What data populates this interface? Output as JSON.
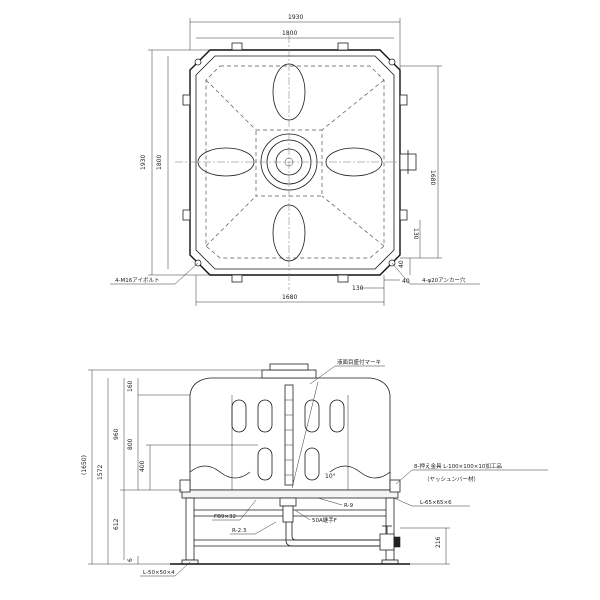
{
  "plan": {
    "dim_top_outer": "1930",
    "dim_top_inner": "1800",
    "dim_left_outer": "1930",
    "dim_left_inner": "1800",
    "dim_right": "1680",
    "dim_right_small": "130",
    "dim_bottom": "1680",
    "dim_bottom_130": "130",
    "dim_bottom_40": "40",
    "dim_right_40": "40",
    "note_bolt": "4-M16アイボルト",
    "note_anchor": "4-φ20アンカー穴"
  },
  "elevation": {
    "dim_total": "(1650)",
    "dim_1572": "1572",
    "dim_960": "960",
    "dim_160": "160",
    "dim_800": "800",
    "dim_400": "400",
    "dim_612": "612",
    "dim_6": "6",
    "dim_216": "216",
    "angle": "10°",
    "note_marker": "液面目盛付マーキ",
    "note_bracket": "8-押え金具 L-100×100×10加工品",
    "note_bracket_sub": "（ヤッシュンバー材）",
    "note_l65": "L-65×65×6",
    "note_fb": "FB9×32",
    "note_r9": "R-9",
    "note_50a": "50A継手F",
    "note_r23": "R-2.3",
    "note_l50": "L-50×50×4"
  }
}
